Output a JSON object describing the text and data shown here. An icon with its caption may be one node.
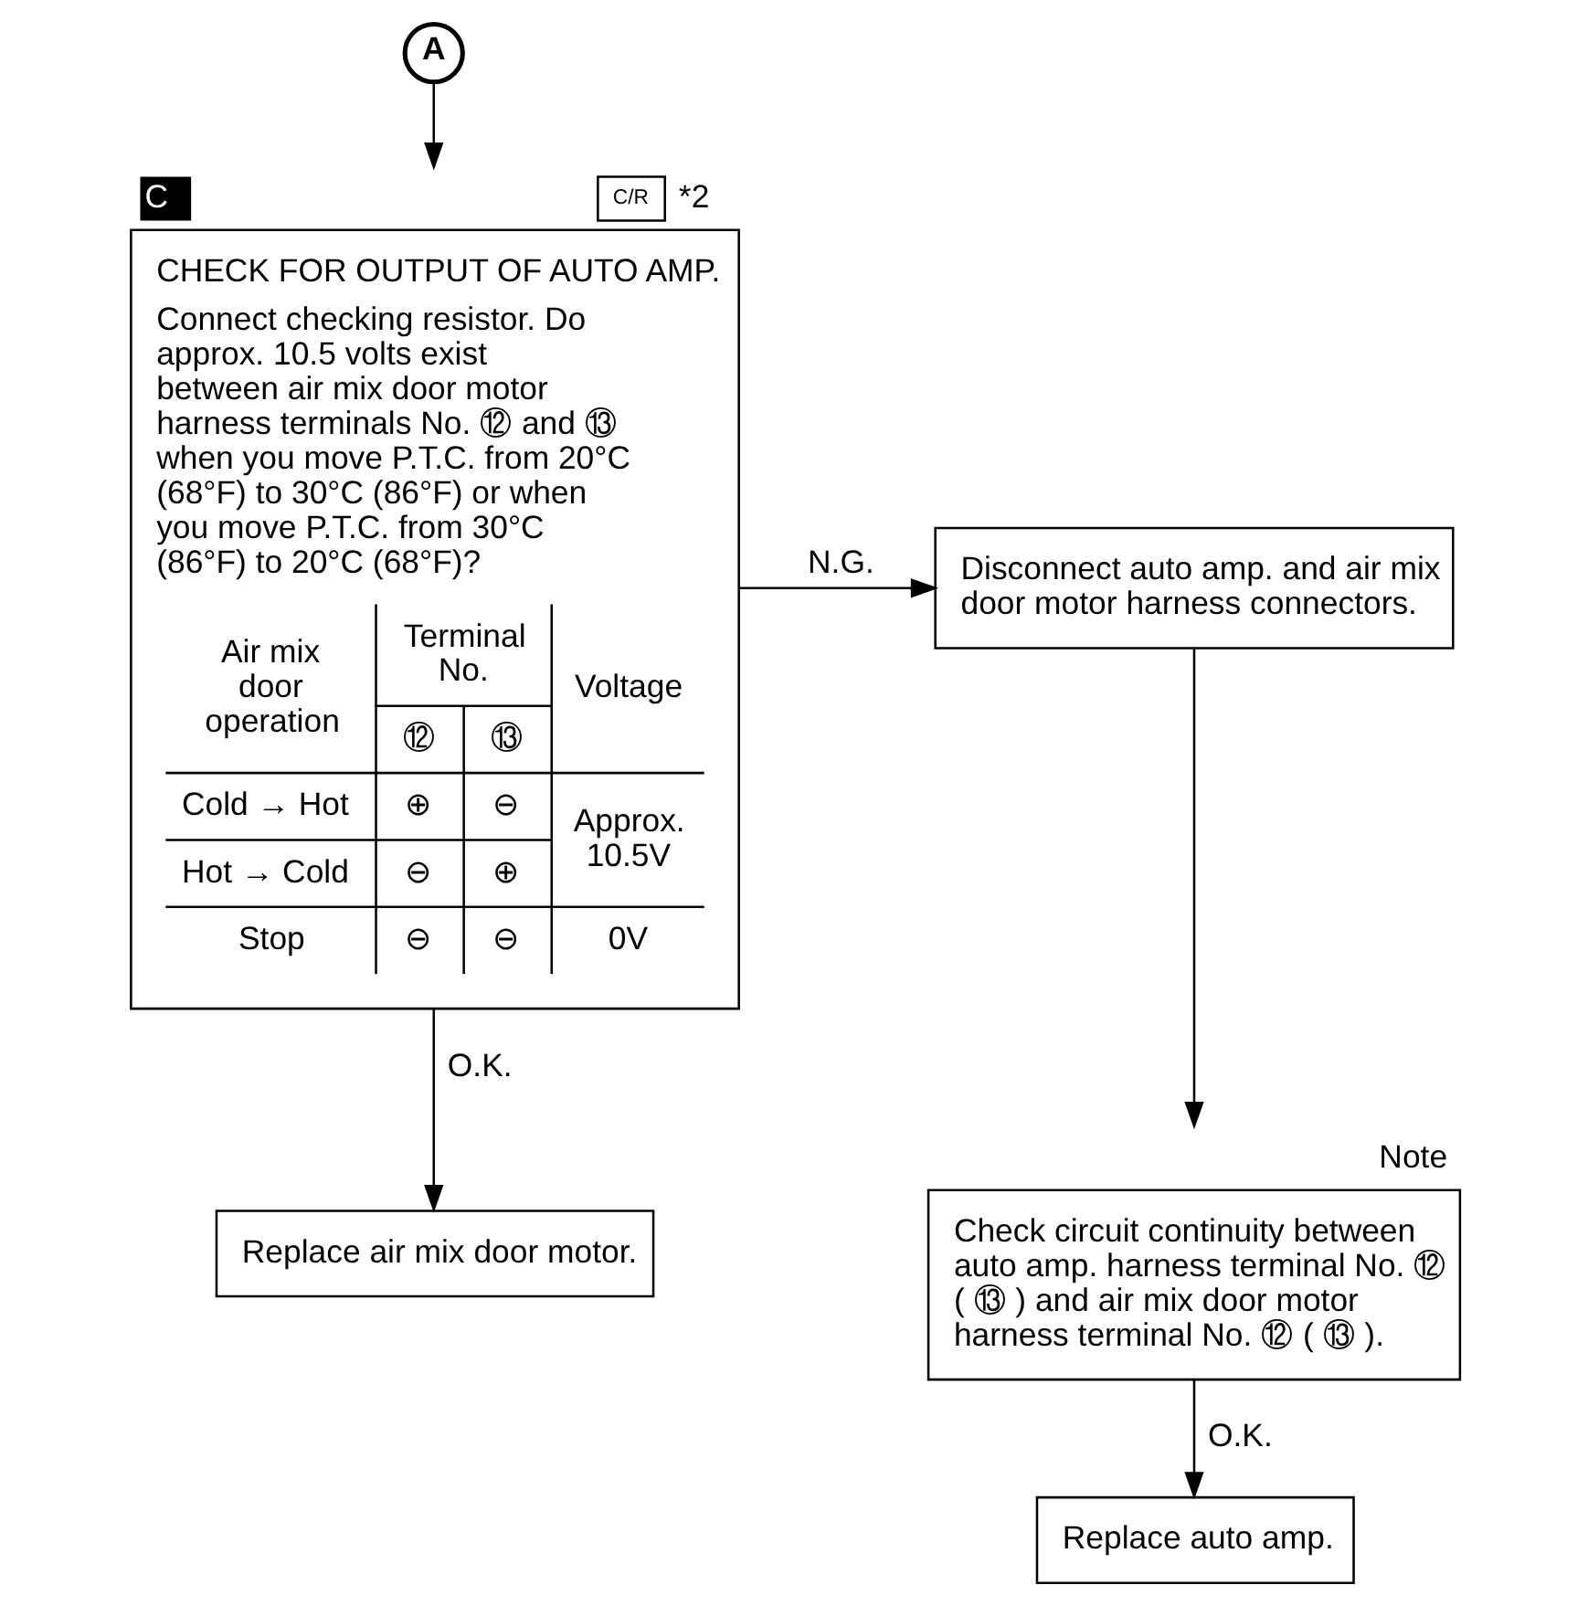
{
  "diagram": {
    "nodes": [
      {
        "text": [
          "A"
        ]
      },
      {
        "text": [
          "CHECK FOR OUTPUT OF AUTO AMP.",
          "Connect checking resistor. Do approx. 10.5 volts exist between air mix door motor harness terminals No. ⑫ and ⑬ when you move P.T.C. from 20°C (68°F) to 30°C (86°F) or when you move P.T.C. from 30°C (86°F) to 20°C (68°F)?"
        ],
        "beside": [
          "C",
          "C/R",
          "*2"
        ]
      },
      {
        "text": [
          "Disconnect auto amp. and air mix door motor harness connectors."
        ]
      },
      {
        "text": [
          "Check circuit continuity between auto amp. harness terminal No. ⑫ ( ⑬ ) and air mix door motor harness terminal No. ⑫ ( ⑬ )."
        ],
        "beside": [
          "Note"
        ]
      },
      {
        "text": [
          "Replace auto amp."
        ]
      },
      {
        "text": [
          "Replace air mix door motor."
        ]
      }
    ],
    "edges": [
      {
        "from": 0,
        "to": 1,
        "arrow": "to"
      },
      {
        "from": 1,
        "to": 2,
        "arrow": "to",
        "label": "N.G."
      },
      {
        "from": 2,
        "to": 3,
        "arrow": "to"
      },
      {
        "from": 1,
        "to": 5,
        "arrow": "to",
        "label": "O.K."
      },
      {
        "from": 3,
        "to": 4,
        "arrow": "to",
        "label": "O.K."
      }
    ],
    "labels": [
      "Air mix door operation",
      "Terminal No.",
      "Voltage",
      "⑫",
      "⑬",
      "Cold → Hot",
      "⊕",
      "⊖",
      "Approx. 10.5V",
      "Hot → Cold",
      "⊖",
      "⊕",
      "Stop",
      "⊖",
      "⊖",
      "0V"
    ]
  }
}
